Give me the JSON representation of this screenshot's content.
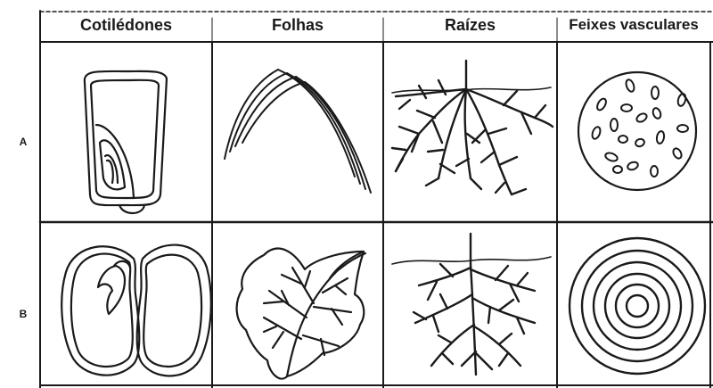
{
  "table": {
    "headers": [
      "Cotilédones",
      "Folhas",
      "Raízes",
      "Feixes vasculares"
    ],
    "rows": [
      "A",
      "B"
    ]
  }
}
